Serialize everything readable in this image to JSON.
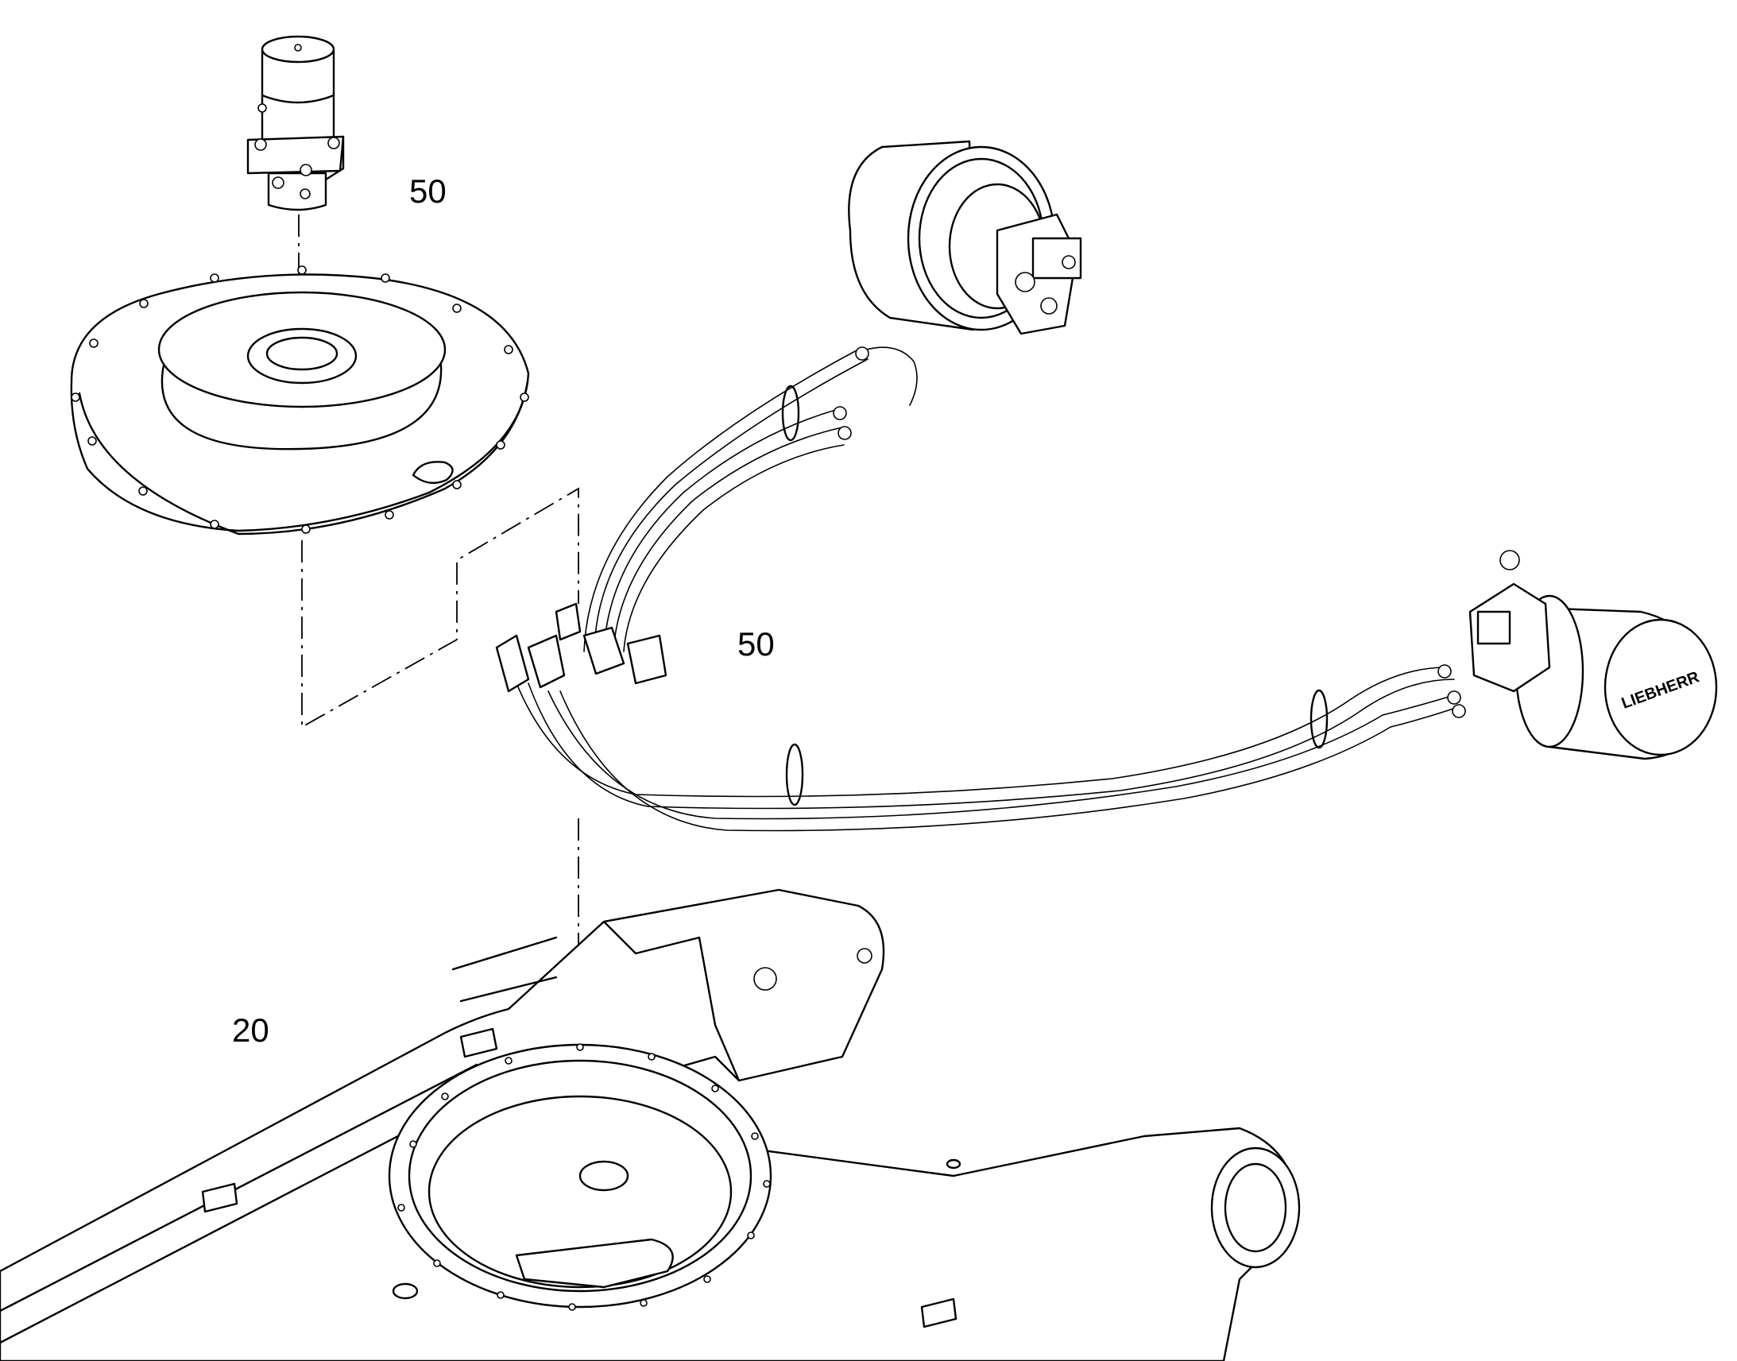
{
  "callouts": {
    "rotary_joint_and_cover": "50",
    "hydraulic_lines": "50",
    "undercarriage_frame": "20"
  },
  "parts": {
    "rotary_joint": "rotary-joint-icon",
    "cover_plate": "cover-plate-icon",
    "travel_drive": "travel-drive-icon",
    "hose_bundle": "hose-bundle-icon",
    "frame": "undercarriage-frame-icon"
  },
  "colors": {
    "line": "#000000",
    "background": "#ffffff"
  }
}
